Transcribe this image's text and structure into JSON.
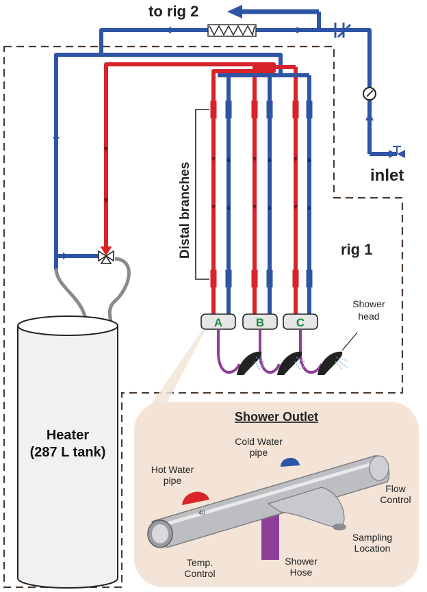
{
  "labels": {
    "to_rig": "to rig 2",
    "inlet": "inlet",
    "rig1": "rig 1",
    "distal": "Distal branches",
    "heater_line1": "Heater",
    "heater_line2": "(287 L tank)",
    "shower_head_line1": "Shower",
    "shower_head_line2": "head"
  },
  "outlets": [
    {
      "letter": "A"
    },
    {
      "letter": "B"
    },
    {
      "letter": "C"
    }
  ],
  "inset": {
    "title": "Shower Outlet",
    "cold_line1": "Cold Water",
    "cold_line2": "pipe",
    "hot_line1": "Hot Water",
    "hot_line2": "pipe",
    "flow_line1": "Flow",
    "flow_line2": "Control",
    "sampling_line1": "Sampling",
    "sampling_line2": "Location",
    "temp_line1": "Temp.",
    "temp_line2": "Control",
    "hose_line1": "Shower",
    "hose_line2": "Hose",
    "dial_mark": "40"
  },
  "colors": {
    "hot": "#d9232a",
    "cold": "#2e55a5",
    "hose": "#8e3f98",
    "outlet_letter": "#1a8a3c",
    "inset_bg": "#f3e4d7",
    "dash": "#4a3a2e"
  }
}
